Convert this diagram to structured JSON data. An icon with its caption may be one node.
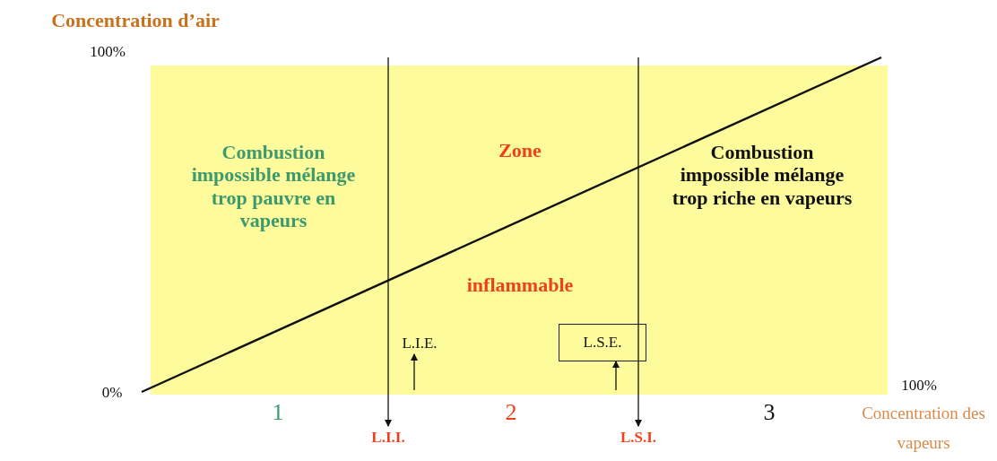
{
  "diagram": {
    "nodes": [
      {
        "text": [
          "L.I.E."
        ]
      },
      {
        "text": [
          "L.S.E."
        ]
      },
      {
        "text": [
          "L.I.I."
        ]
      },
      {
        "text": [
          "L.S.I."
        ]
      }
    ],
    "edges": [
      {
        "from": null,
        "to": 2,
        "arrow": "to"
      },
      {
        "from": null,
        "to": 3,
        "arrow": "to"
      },
      {
        "from": null,
        "to": 0,
        "arrow": "to"
      },
      {
        "from": null,
        "to": 1,
        "arrow": "to"
      }
    ],
    "labels": [
      "Concentration d’air",
      "100%",
      "Combustion impossible mélange trop pauvre en vapeurs",
      "Zone",
      "Combustion impossible mélange trop riche en vapeurs",
      "inflammable",
      "0%",
      "100%",
      "1",
      "2",
      "3",
      "Concentration des vapeurs"
    ]
  }
}
